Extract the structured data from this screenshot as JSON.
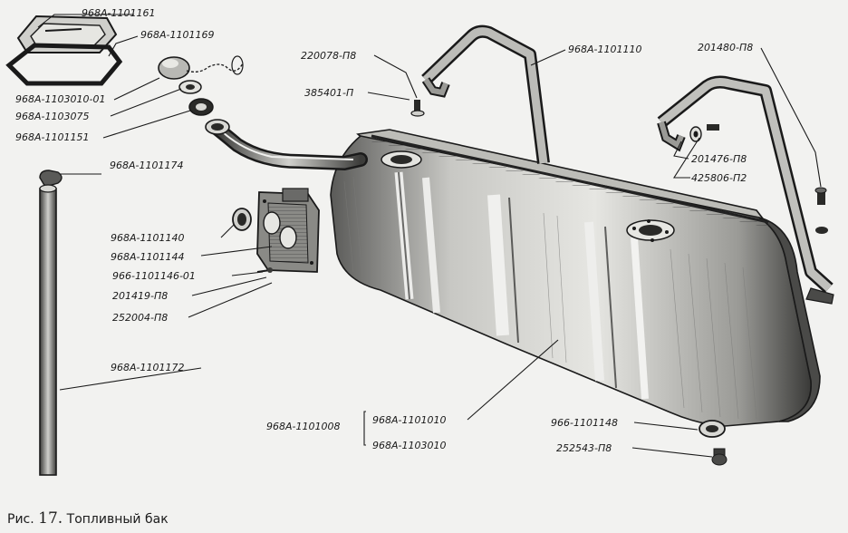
{
  "caption": {
    "prefix": "Рис.",
    "number": "17.",
    "title": "Топливный бак"
  },
  "callouts": {
    "c1": "968А-1101161",
    "c2": "968А-1101169",
    "c3": "968А-1103010-01",
    "c4": "968А-1103075",
    "c5": "968А-1101151",
    "c6": "968А-1101174",
    "c7": "968А-1101140",
    "c8": "968А-1101144",
    "c9": "966-1101146-01",
    "c10": "201419-П8",
    "c11": "252004-П8",
    "c12": "968А-1101172",
    "c13": "220078-П8",
    "c14": "385401-П",
    "c15": "968А-1101110",
    "c16": "201480-П8",
    "c17": "201476-П8",
    "c18": "425806-П2",
    "c19": "968А-1101008",
    "c20": "968А-1101010",
    "c21": "968А-1103010",
    "c22": "966-1101148",
    "c23": "252543-П8"
  }
}
